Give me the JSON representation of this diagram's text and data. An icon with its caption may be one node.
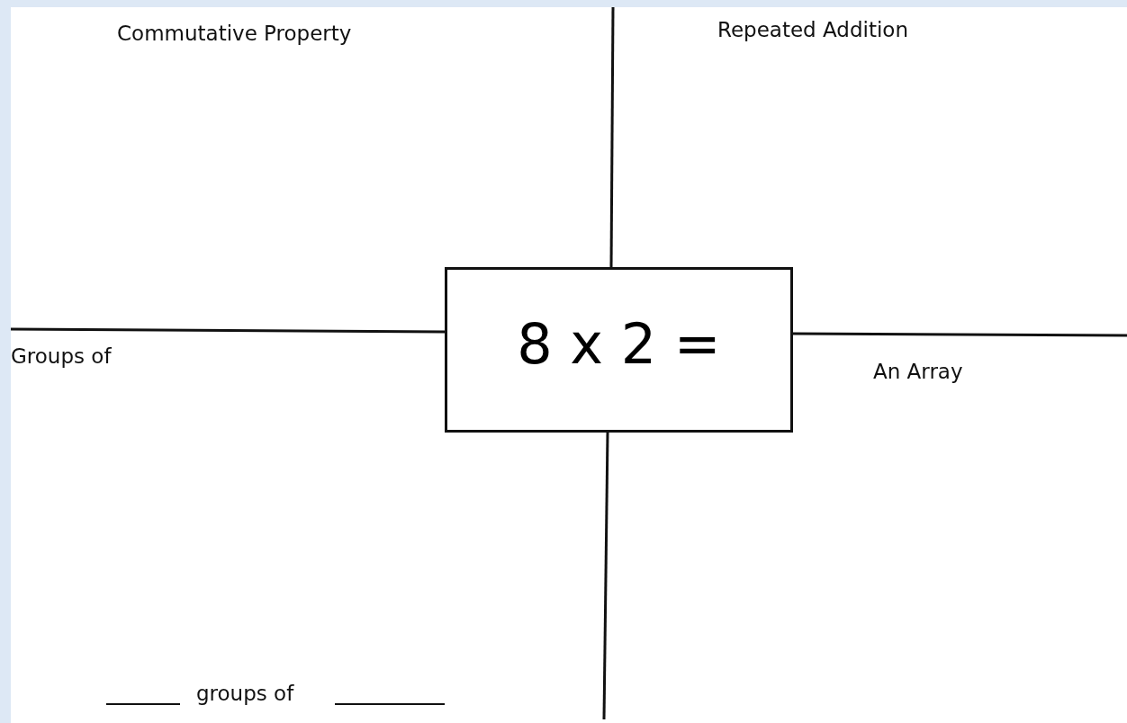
{
  "diagram": {
    "nodes": [
      {
        "text": [
          "8 x 2 ="
        ]
      }
    ],
    "labels": [
      "Commutative Property",
      "Repeated Addition",
      "Groups of",
      "An Array",
      "groups of"
    ]
  }
}
